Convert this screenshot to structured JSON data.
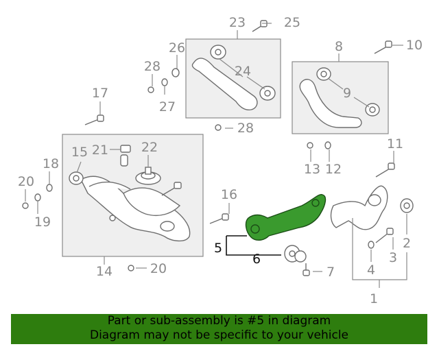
{
  "callouts": {
    "c1": "1",
    "c2": "2",
    "c3": "3",
    "c4": "4",
    "c5": "5",
    "c6": "6",
    "c7": "7",
    "c8": "8",
    "c9": "9",
    "c10": "10",
    "c11": "11",
    "c12": "12",
    "c13": "13",
    "c14": "14",
    "c15": "15",
    "c16": "16",
    "c17": "17",
    "c18": "18",
    "c19": "19",
    "c20a": "20",
    "c20b": "20",
    "c21": "21",
    "c22": "22",
    "c23": "23",
    "c24": "24",
    "c25": "25",
    "c26": "26",
    "c27": "27",
    "c28a": "28",
    "c28b": "28"
  },
  "highlight": {
    "part_number": "5",
    "color": "#3a9a2e"
  },
  "banner": {
    "line1": "Part or sub-assembly is #5 in diagram",
    "line2": "Diagram may not be specific to your vehicle",
    "color": "#2e7d0e"
  }
}
